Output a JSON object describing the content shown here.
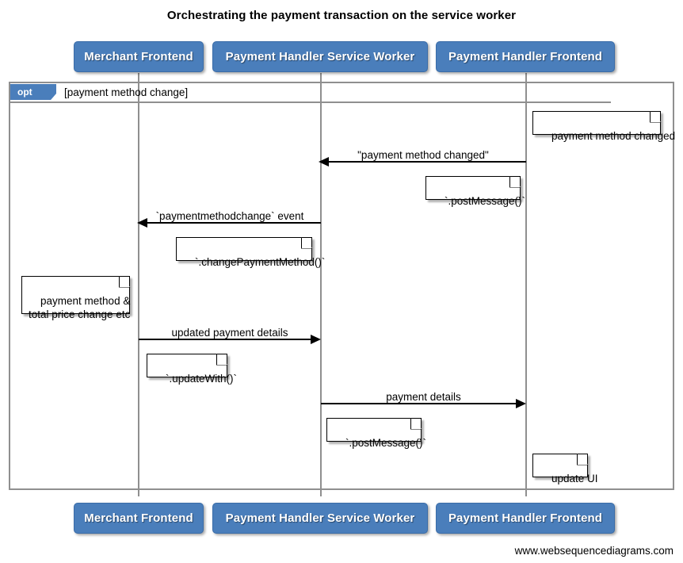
{
  "diagram": {
    "title": "Orchestrating the payment transaction on the service worker",
    "footer": "www.websequencediagrams.com",
    "accent_color": "#4A7EBB",
    "line_color": "#8f8f8f",
    "arrow_color": "#000000",
    "background": "#ffffff"
  },
  "participants": [
    {
      "id": "merchant-frontend",
      "label": "Merchant Frontend"
    },
    {
      "id": "payment-handler-service-worker",
      "label": "Payment Handler Service Worker"
    },
    {
      "id": "payment-handler-frontend",
      "label": "Payment Handler Frontend"
    }
  ],
  "fragment": {
    "type": "opt",
    "tag": "opt",
    "guard": "[payment method change]"
  },
  "messages": [
    {
      "id": "msg-payment-method-changed",
      "label": "\"payment method changed\"",
      "from": "payment-handler-frontend",
      "to": "payment-handler-service-worker",
      "direction": "left"
    },
    {
      "id": "msg-paymentmethodchange-event",
      "label": "`paymentmethodchange` event",
      "from": "payment-handler-service-worker",
      "to": "merchant-frontend",
      "direction": "left"
    },
    {
      "id": "msg-updated-payment-details",
      "label": "updated payment details",
      "from": "merchant-frontend",
      "to": "payment-handler-service-worker",
      "direction": "right"
    },
    {
      "id": "msg-payment-details",
      "label": "payment details",
      "from": "payment-handler-service-worker",
      "to": "payment-handler-frontend",
      "direction": "right"
    }
  ],
  "notes": [
    {
      "id": "note-payment-method-changed",
      "text": "payment method changed"
    },
    {
      "id": "note-post-message-1",
      "text": "`.postMessage()`"
    },
    {
      "id": "note-change-payment-method",
      "text": "`.changePaymentMethod()`"
    },
    {
      "id": "note-payment-method-total-price",
      "text": "payment method &\ntotal price change etc"
    },
    {
      "id": "note-update-with",
      "text": "`.updateWith()`"
    },
    {
      "id": "note-post-message-2",
      "text": "`.postMessage()`"
    },
    {
      "id": "note-update-ui",
      "text": "update UI"
    }
  ]
}
